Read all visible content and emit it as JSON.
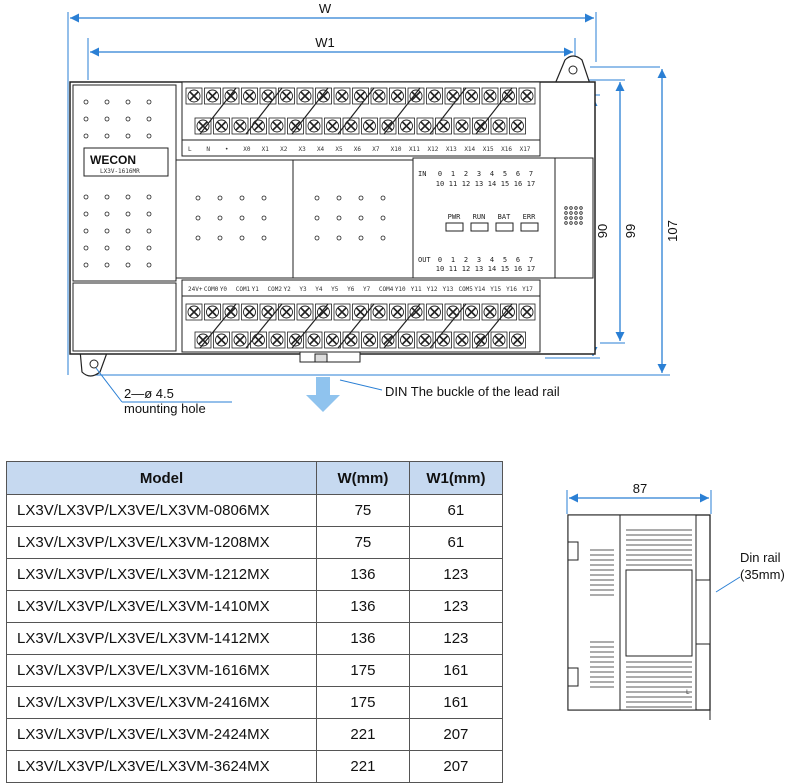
{
  "front_view": {
    "dim_w": "W",
    "dim_w1": "W1",
    "dim_90": "90",
    "dim_99": "99",
    "dim_107": "107",
    "brand": "WECON",
    "model_plate": "LX3V-1616MR",
    "mounting_label_1": "2—ø 4.5",
    "mounting_label_2": "mounting hole",
    "din_label": "DIN The  buckle  of the  lead  rail",
    "in_label": "IN",
    "out_label": "OUT",
    "led_row_top": [
      "0",
      "1",
      "2",
      "3",
      "4",
      "5",
      "6",
      "7"
    ],
    "led_row_bottom": [
      "10",
      "11",
      "12",
      "13",
      "14",
      "15",
      "16",
      "17"
    ],
    "status_leds": [
      "PWR",
      "RUN",
      "BAT",
      "ERR"
    ],
    "top_terminal_labels": [
      "L",
      "N",
      "•",
      "X0",
      "X1",
      "X2",
      "X3",
      "X4",
      "X5",
      "X6",
      "X7",
      "X10",
      "X11",
      "X12",
      "X13",
      "X14",
      "X15",
      "X16",
      "X17"
    ],
    "bottom_terminal_labels": [
      "24V+",
      "COM0",
      "Y0",
      "COM1",
      "Y1",
      "COM2",
      "Y2",
      "Y3",
      "Y4",
      "Y5",
      "Y6",
      "Y7",
      "COM4",
      "Y10",
      "Y11",
      "Y12",
      "Y13",
      "COM5",
      "Y14",
      "Y15",
      "Y16",
      "Y17"
    ]
  },
  "side_view": {
    "dim_87": "87",
    "din_label_1": "Din rail",
    "din_label_2": "(35mm)"
  },
  "table": {
    "headers": [
      "Model",
      "W(mm)",
      "W1(mm)"
    ],
    "rows": [
      [
        "LX3V/LX3VP/LX3VE/LX3VM-0806MX",
        "75",
        "61"
      ],
      [
        "LX3V/LX3VP/LX3VE/LX3VM-1208MX",
        "75",
        "61"
      ],
      [
        "LX3V/LX3VP/LX3VE/LX3VM-1212MX",
        "136",
        "123"
      ],
      [
        "LX3V/LX3VP/LX3VE/LX3VM-1410MX",
        "136",
        "123"
      ],
      [
        "LX3V/LX3VP/LX3VE/LX3VM-1412MX",
        "136",
        "123"
      ],
      [
        "LX3V/LX3VP/LX3VE/LX3VM-1616MX",
        "175",
        "161"
      ],
      [
        "LX3V/LX3VP/LX3VE/LX3VM-2416MX",
        "175",
        "161"
      ],
      [
        "LX3V/LX3VP/LX3VE/LX3VM-2424MX",
        "221",
        "207"
      ],
      [
        "LX3V/LX3VP/LX3VE/LX3VM-3624MX",
        "221",
        "207"
      ]
    ]
  },
  "colors": {
    "dimension": "#2a7fd4",
    "line": "#222222",
    "header_bg": "#c6d9f0",
    "arrow": "#8fc3ee"
  }
}
